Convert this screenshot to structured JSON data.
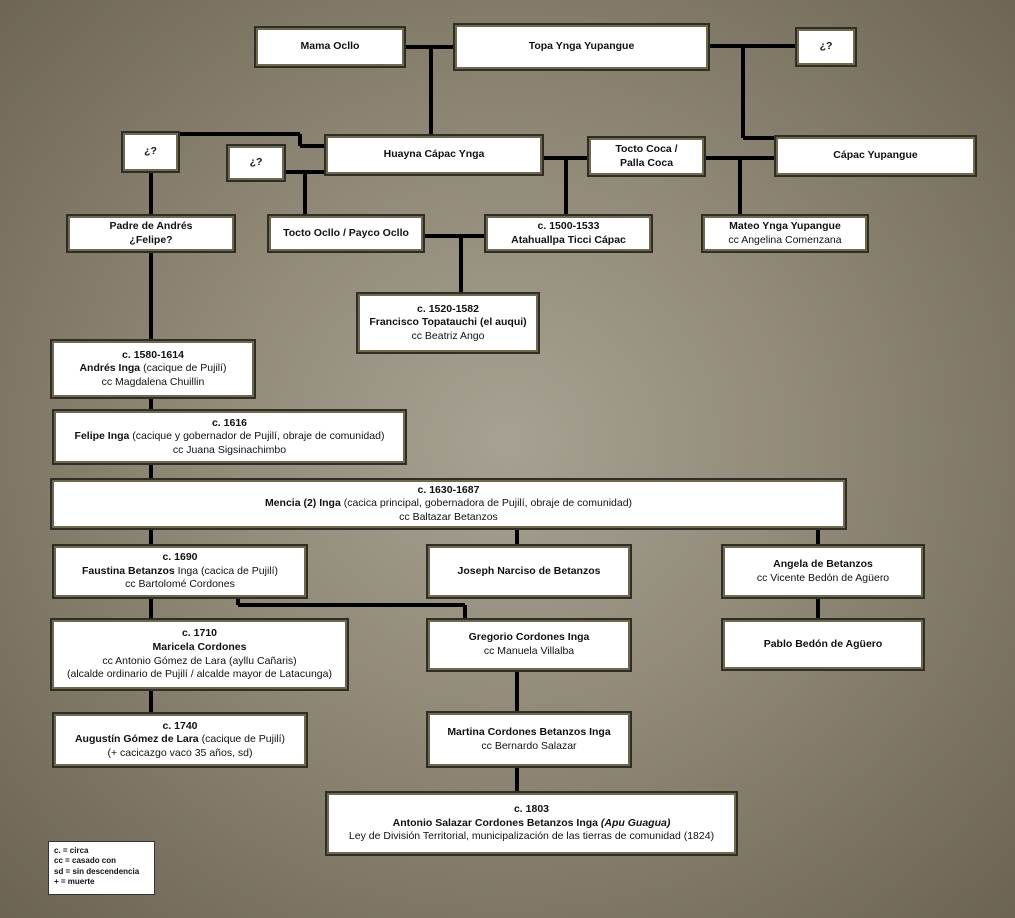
{
  "people": {
    "mama_ocllo": {
      "name": "Mama Ocllo"
    },
    "topa_ynga": {
      "name": "Topa Ynga Yupangue"
    },
    "unknown_top_right": {
      "name": "¿?"
    },
    "unknown_left_1": {
      "name": "¿?"
    },
    "unknown_left_2": {
      "name": "¿?"
    },
    "huayna_capac": {
      "name": "Huayna Cápac Ynga"
    },
    "tocto_coca": {
      "name_line1": "Tocto Coca /",
      "name_line2": "Palla Coca"
    },
    "capac_yupangue": {
      "name": "Cápac Yupangue"
    },
    "padre_andres": {
      "name_line1": "Padre de Andrés",
      "name_line2": "¿Felipe?"
    },
    "tocto_ocllo": {
      "name": "Tocto Ocllo / Payco Ocllo"
    },
    "atahuallpa": {
      "date": "c. 1500-1533",
      "name": "Atahuallpa Ticci Cápac"
    },
    "mateo": {
      "name": "Mateo Ynga Yupangue",
      "spouse": "cc Angelina Comenzana"
    },
    "francisco": {
      "date": "c. 1520-1582",
      "name": "Francisco Topatauchi (el auqui)",
      "spouse": "cc Beatriz Ango"
    },
    "andres": {
      "date": "c. 1580-1614",
      "name": "Andrés  Inga",
      "note": " (cacique de Pujilí)",
      "spouse": "cc Magdalena Chuillin"
    },
    "felipe": {
      "date": "c. 1616",
      "name": "Felipe Inga",
      "note": " (cacique y gobernador de Pujilí, obraje de comunidad)",
      "spouse": "cc Juana Sigsinachimbo"
    },
    "mencia": {
      "date": "c. 1630-1687",
      "name": "Mencia (2) Inga",
      "note": " (cacica principal, gobernadora de Pujilí, obraje de comunidad)",
      "spouse": "cc Baltazar Betanzos"
    },
    "faustina": {
      "date": "c. 1690",
      "name": "Faustina Betanzos",
      "note": " Inga (cacica de Pujilí)",
      "spouse": "cc Bartolomé Cordones"
    },
    "joseph": {
      "name": "Joseph Narciso de Betanzos"
    },
    "angela": {
      "name": "Angela de Betanzos",
      "spouse": "cc Vicente Bedón de Agüero"
    },
    "maricela": {
      "date": "c. 1710",
      "name": "Maricela Cordones",
      "spouse": "cc Antonio Gómez de Lara (ayllu Cañaris)",
      "note": "(alcalde ordinario de Pujilí / alcalde mayor  de Latacunga)"
    },
    "gregorio": {
      "name": "Gregorio Cordones Inga",
      "spouse": "cc Manuela Villalba"
    },
    "pablo": {
      "name": "Pablo Bedón de Agüero"
    },
    "augustin": {
      "date": "c. 1740",
      "name": "Augustín Gómez de Lara",
      "note": " (cacique de Pujilí)",
      "note2": "(+ cacicazgo vaco 35 años, sd)"
    },
    "martina": {
      "name": "Martina Cordones Betanzos Inga",
      "spouse": "cc Bernardo Salazar"
    },
    "antonio": {
      "date": "c. 1803",
      "name": "Antonio Salazar Cordones Betanzos Inga ",
      "name_italic": "(Apu Guagua)",
      "note": "Ley de División Territorial, municipalización de las tierras de comunidad (1824)"
    }
  },
  "legend": [
    "c. = circa",
    "cc = casado con",
    "sd = sin descendencia",
    "+ = muerte"
  ],
  "colors": {
    "line": "#000000",
    "box_border": "#6e6950",
    "background": "#8c8574"
  }
}
